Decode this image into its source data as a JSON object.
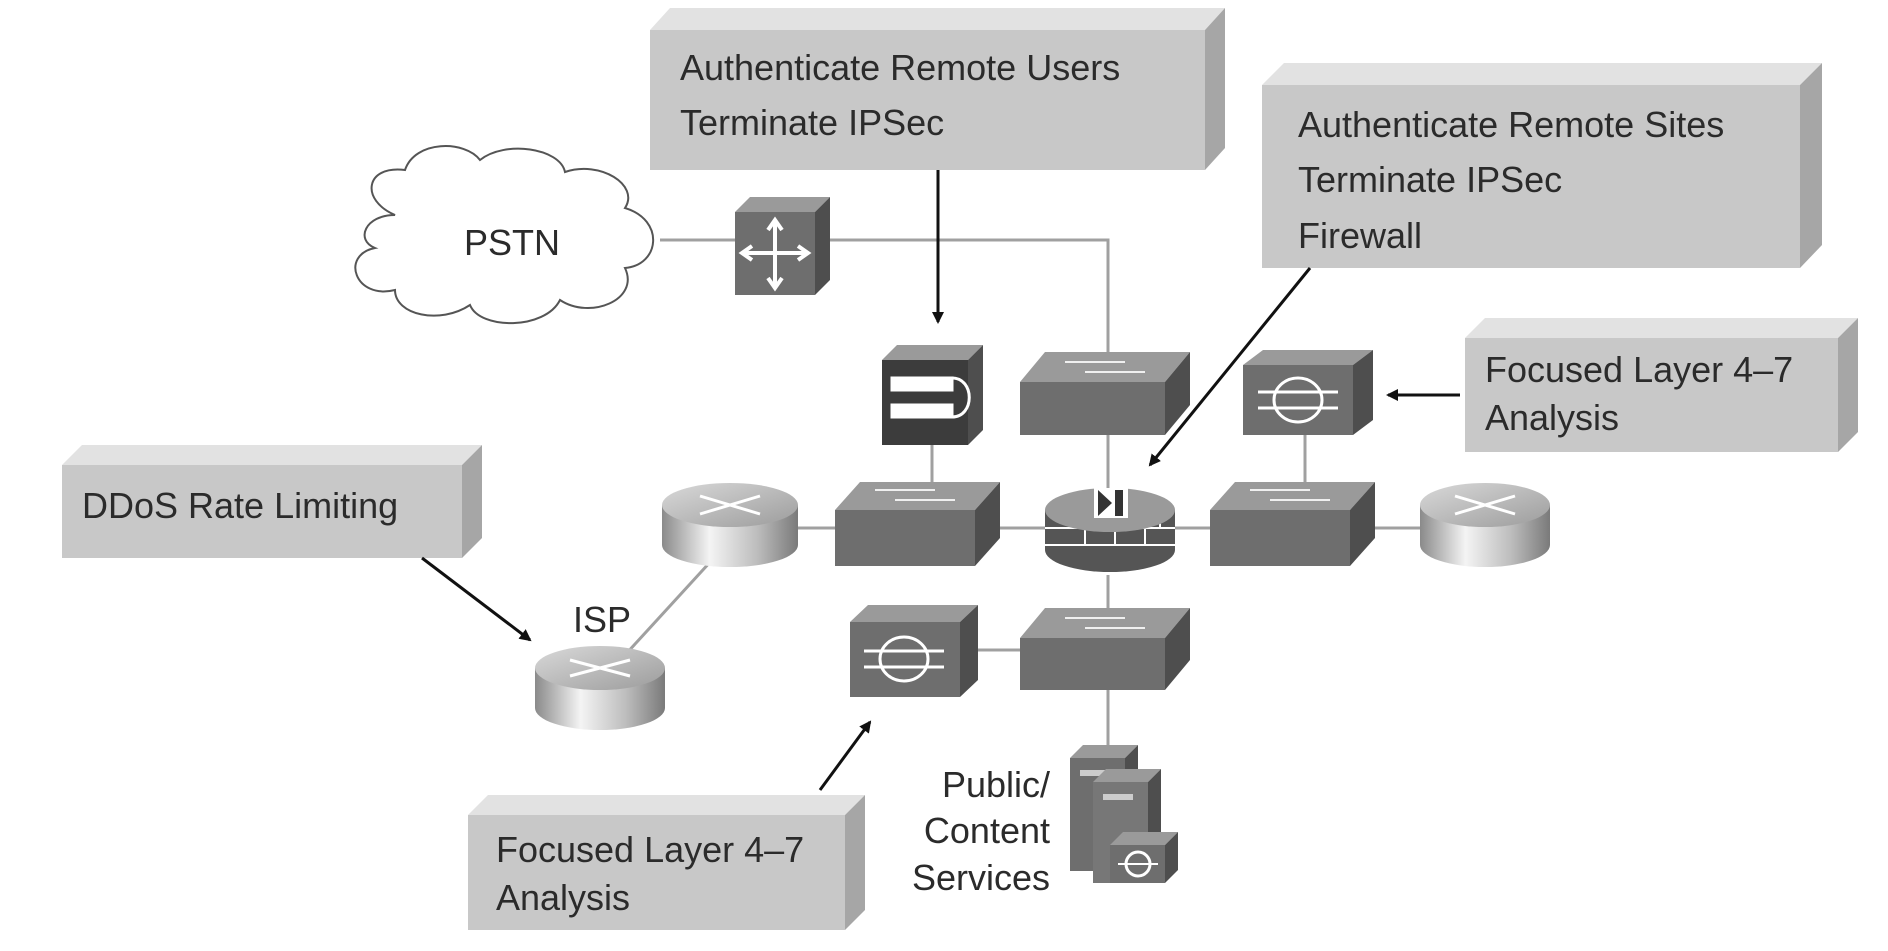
{
  "callouts": {
    "remote_users": [
      "Authenticate Remote Users",
      "Terminate IPSec"
    ],
    "remote_sites": [
      "Authenticate Remote Sites",
      "Terminate IPSec",
      "Firewall"
    ],
    "analysis_right": [
      "Focused Layer 4–7",
      "Analysis"
    ],
    "ddos": [
      "DDoS Rate Limiting"
    ],
    "analysis_bottom": [
      "Focused Layer 4–7",
      "Analysis"
    ]
  },
  "nodes": {
    "pstn": "PSTN",
    "isp": "ISP",
    "public_services": [
      "Public/",
      "Content",
      "Services"
    ]
  },
  "colors": {
    "box_face": "#c8c8c8",
    "box_side": "#a6a6a6",
    "box_top": "#e2e2e2",
    "device_face": "#6e6e6e",
    "device_top": "#9a9a9a",
    "device_side": "#4e4e4e",
    "line": "#a0a0a0"
  },
  "icons": [
    "cloud-icon",
    "access-server-icon",
    "vpn-concentrator-icon",
    "switch-icon",
    "router-icon",
    "firewall-icon",
    "ids-sensor-icon",
    "server-icon"
  ]
}
